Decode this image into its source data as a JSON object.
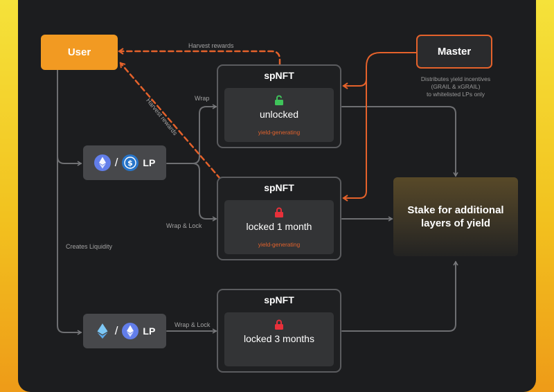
{
  "user": {
    "label": "User"
  },
  "master": {
    "label": "Master",
    "note": [
      "Distributes yield incentives",
      "(GRAIL & xGRAIL)",
      "to whitelisted LPs only"
    ]
  },
  "edges": {
    "harvest_top": "Harvest rewards",
    "harvest_diag": "Harvest rewards",
    "wrap": "Wrap",
    "wrap_lock_1": "Wrap & Lock",
    "wrap_lock_2": "Wrap & Lock",
    "creates_liquidity": "Creates Liquidity"
  },
  "spnfts": [
    {
      "title": "spNFT",
      "state": "unlocked",
      "lock": "unlocked",
      "lock_color": "#3fc45a",
      "yield": "yield-generating"
    },
    {
      "title": "spNFT",
      "state": "locked 1 month",
      "lock": "locked",
      "lock_color": "#e8303a",
      "yield": "yield-generating"
    },
    {
      "title": "spNFT",
      "state": "locked 3 months",
      "lock": "locked",
      "lock_color": "#e8303a",
      "yield": ""
    }
  ],
  "lp_pairs": [
    {
      "left_icon": "eth-icon",
      "right_icon": "usdc-icon",
      "slash": "/",
      "label": "LP"
    },
    {
      "left_icon": "eth-light-icon",
      "right_icon": "eth-icon",
      "slash": "/",
      "label": "LP"
    }
  ],
  "stake": {
    "label": "Stake for additional layers of yield"
  },
  "colors": {
    "accent": "#e5622b",
    "user_fill": "#f29a22",
    "line": "#6e6f72",
    "panel": "#1c1d1f"
  }
}
